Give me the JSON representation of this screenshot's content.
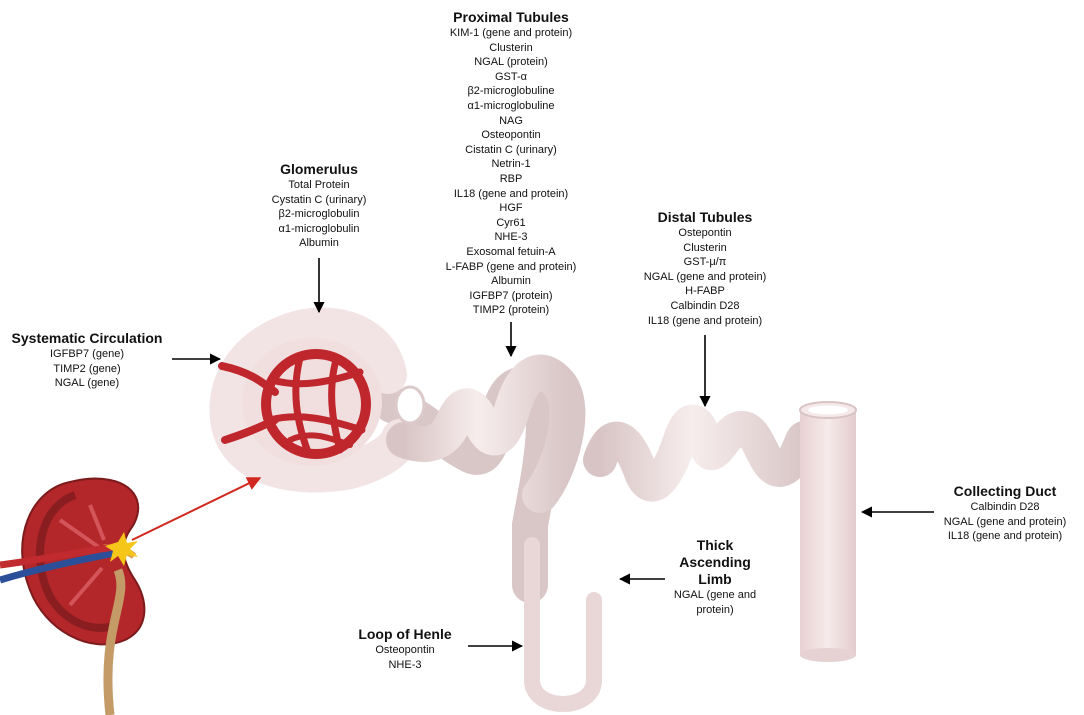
{
  "glomerulus": {
    "title": "Glomerulus",
    "items": [
      "Total Protein",
      "Cystatin C (urinary)",
      "β2-microglobulin",
      "α1-microglobulin",
      "Albumin"
    ]
  },
  "proximal_tubules": {
    "title": "Proximal Tubules",
    "items": [
      "KIM-1 (gene and protein)",
      "Clusterin",
      "NGAL (protein)",
      "GST-α",
      "β2-microglobuline",
      "α1-microglobuline",
      "NAG",
      "Osteopontin",
      "Cistatin C (urinary)",
      "Netrin-1",
      "RBP",
      "IL18 (gene and protein)",
      "HGF",
      "Cyr61",
      "NHE-3",
      "Exosomal fetuin-A",
      "L-FABP (gene and protein)",
      "Albumin",
      "IGFBP7 (protein)",
      "TIMP2 (protein)"
    ]
  },
  "distal_tubules": {
    "title": "Distal Tubules",
    "items": [
      "Ostepontin",
      "Clusterin",
      "GST-μ/π",
      "NGAL (gene and protein)",
      "H-FABP",
      "Calbindin D28",
      "IL18 (gene and protein)"
    ]
  },
  "systematic_circulation": {
    "title": "Systematic Circulation",
    "items": [
      "IGFBP7 (gene)",
      "TIMP2 (gene)",
      "NGAL (gene)"
    ]
  },
  "collecting_duct": {
    "title": "Collecting Duct",
    "items": [
      "Calbindin D28",
      "NGAL (gene and protein)",
      "IL18 (gene and protein)"
    ]
  },
  "thick_ascending_limb": {
    "title_lines": [
      "Thick",
      "Ascending",
      "Limb"
    ],
    "items": [
      "NGAL (gene and",
      "protein)"
    ]
  },
  "loop_of_henle": {
    "title": "Loop of Henle",
    "items": [
      "Osteopontin",
      "NHE-3"
    ]
  },
  "colors": {
    "tubule": "#f3e6e6",
    "tubule_shade": "#d8c4c4",
    "vessel": "#c0272d",
    "kidney": "#b3272a",
    "highlight": "#f5c518",
    "pointer_arrow": "#d0281e"
  }
}
